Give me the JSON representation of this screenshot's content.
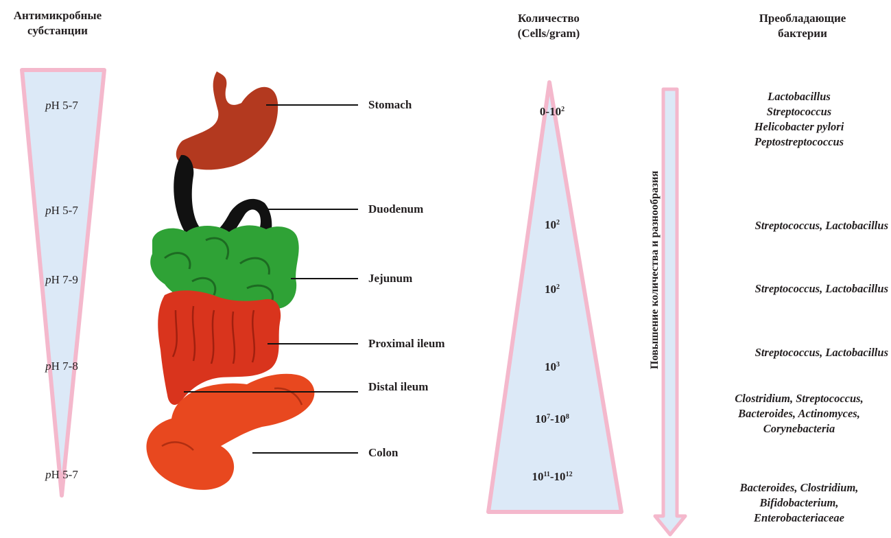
{
  "headers": {
    "antimicrobial": [
      "Антимикробные",
      "субстанции"
    ],
    "quantity": [
      "Количество",
      "(Cells/gram)"
    ],
    "bacteria": [
      "Преобладающие",
      "бактерии"
    ]
  },
  "ph_values": [
    {
      "prefix": "p",
      "rest": "H 5-7"
    },
    {
      "prefix": "p",
      "rest": "H 5-7"
    },
    {
      "prefix": "p",
      "rest": "H 7-9"
    },
    {
      "prefix": "p",
      "rest": "H 7-8"
    },
    {
      "prefix": "p",
      "rest": "H 5-7"
    }
  ],
  "organs": [
    "Stomach",
    "Duodenum",
    "Jejunum",
    "Proximal ileum",
    "Distal ileum",
    "Colon"
  ],
  "counts": [
    {
      "base": "0-10",
      "exp": "2",
      "base2": "",
      "exp2": ""
    },
    {
      "base": "10",
      "exp": "2",
      "base2": "",
      "exp2": ""
    },
    {
      "base": "10",
      "exp": "2",
      "base2": "",
      "exp2": ""
    },
    {
      "base": "10",
      "exp": "3",
      "base2": "",
      "exp2": ""
    },
    {
      "base": "10",
      "exp": "7",
      "base2": "-10",
      "exp2": "8"
    },
    {
      "base": "10",
      "exp": "11",
      "base2": "-10",
      "exp2": "12"
    }
  ],
  "vertical_label": "Повышение количества и разнообразия",
  "bacteria": [
    [
      "Lactobacillus",
      "Streptococcus",
      "Helicobacter pylori",
      "Peptostreptococcus"
    ],
    [
      "Streptococcus, Lactobacillus"
    ],
    [
      "Streptococcus, Lactobacillus"
    ],
    [
      "Streptococcus, Lactobacillus"
    ],
    [
      "Clostridium, Streptococcus,",
      "Bacteroides, Actinomyces,",
      "Corynebacteria"
    ],
    [
      "Bacteroides, Clostridium,",
      "Bifidobacterium,",
      "Enterobacteriaceae"
    ]
  ],
  "colors": {
    "gradient_fill": "#dce9f7",
    "gradient_stroke": "#f4b8cc",
    "stomach": "#b3391f",
    "duodenum": "#111111",
    "jejunum": "#2fa236",
    "ileum": "#d9341d",
    "colon": "#e8481f"
  }
}
